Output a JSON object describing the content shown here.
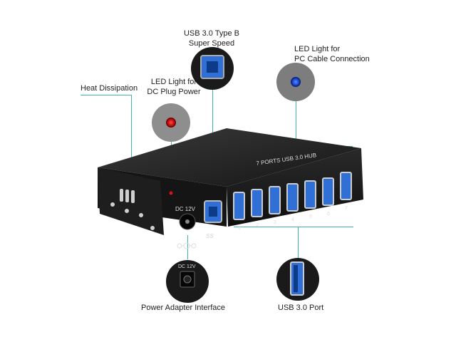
{
  "callouts": {
    "usb_type_b": {
      "line1": "USB 3.0 Type B",
      "line2": "Super Speed"
    },
    "led_pc": {
      "line1": "LED Light for",
      "line2": "PC Cable Connection"
    },
    "heat": {
      "text": "Heat Dissipation"
    },
    "led_dc": {
      "line1": "LED Light for",
      "line2": "DC Plug Power"
    },
    "power": {
      "text": "Power Adapter Interface"
    },
    "usb_port": {
      "text": "USB 3.0 Port"
    }
  },
  "device": {
    "top_text": "7 PORTS USB 3.0 HUB",
    "dc_label": "DC 12V",
    "ss_mark": "SS",
    "port_numbers": [
      "1",
      "2",
      "3",
      "4",
      "5",
      "6",
      "7"
    ],
    "zoom_dc_label": "DC 12V"
  },
  "colors": {
    "accent": "#3fb6a8",
    "body": "#1c1c1c",
    "usb_blue": "#2f6fd6",
    "led_red": "#d41a1a",
    "led_blue": "#1b46d6"
  }
}
